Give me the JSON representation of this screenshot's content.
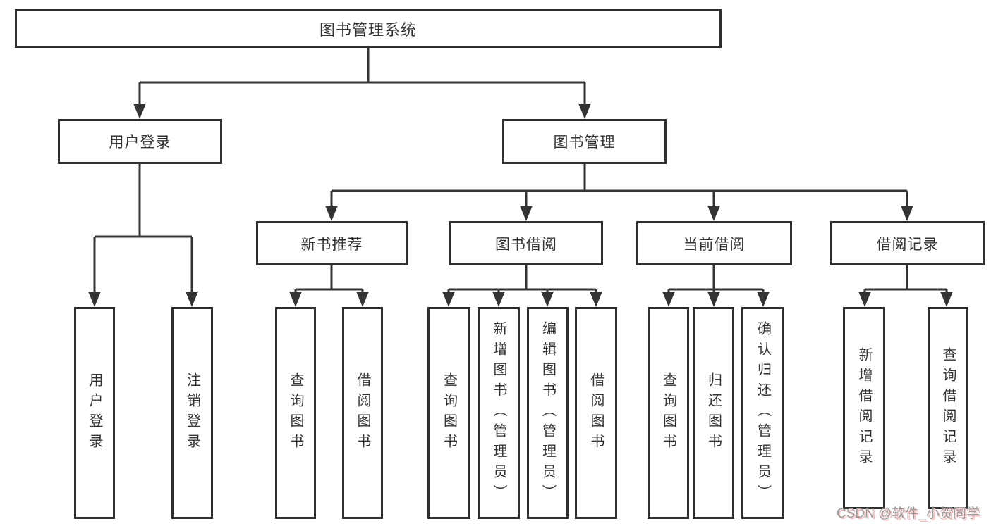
{
  "diagram": {
    "title": "图书管理系统",
    "branches": [
      {
        "label": "用户登录",
        "children": [
          {
            "label": "用户登录"
          },
          {
            "label": "注销登录"
          }
        ]
      },
      {
        "label": "图书管理",
        "children": [
          {
            "label": "新书推荐",
            "children": [
              {
                "label": "查询图书"
              },
              {
                "label": "借阅图书"
              }
            ]
          },
          {
            "label": "图书借阅",
            "children": [
              {
                "label": "查询图书"
              },
              {
                "label": "新增图书（管理员）"
              },
              {
                "label": "编辑图书（管理员）"
              },
              {
                "label": "借阅图书"
              }
            ]
          },
          {
            "label": "当前借阅",
            "children": [
              {
                "label": "查询图书"
              },
              {
                "label": "归还图书"
              },
              {
                "label": "确认归还（管理员）"
              }
            ]
          },
          {
            "label": "借阅记录",
            "children": [
              {
                "label": "新增借阅记录"
              },
              {
                "label": "查询借阅记录"
              }
            ]
          }
        ]
      }
    ]
  },
  "watermark": {
    "text": "CSDN @软件_小贺同学"
  },
  "colors": {
    "line": "#333333",
    "box_border": "#2f2f2f",
    "text": "#333333",
    "background": "#ffffff",
    "watermark_text": "#9b9b9b",
    "watermark_shadow": "#f6bcbc"
  }
}
